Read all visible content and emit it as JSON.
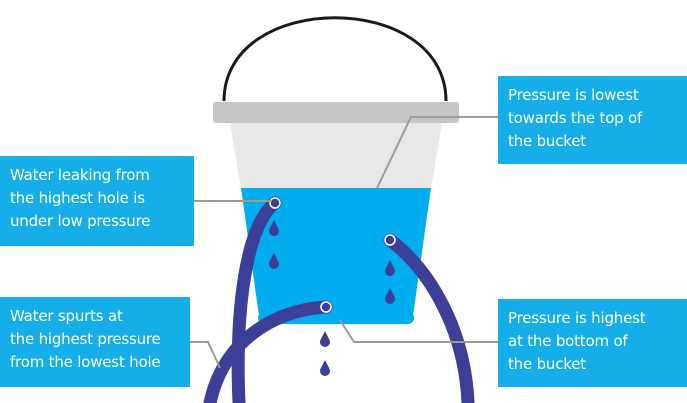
{
  "labels": {
    "low_pressure": "Water leaking from\nthe highest hole is\nunder low pressure",
    "spurts": "Water spurts at\nthe highest pressure\nfrom the lowest hole",
    "top": "Pressure is lowest\ntowards the top of\nthe bucket",
    "bottom": "Pressure is highest\nat the bottom of\nthe bucket"
  },
  "colors": {
    "label_bg": "#15aee8",
    "water": "#00aeef",
    "bucket_upper": "#e8e8e8",
    "rim": "#c6c6c6",
    "stream": "#3b3f97",
    "handle": "#1a1a1a",
    "leader_line": "#9b9b9b"
  }
}
